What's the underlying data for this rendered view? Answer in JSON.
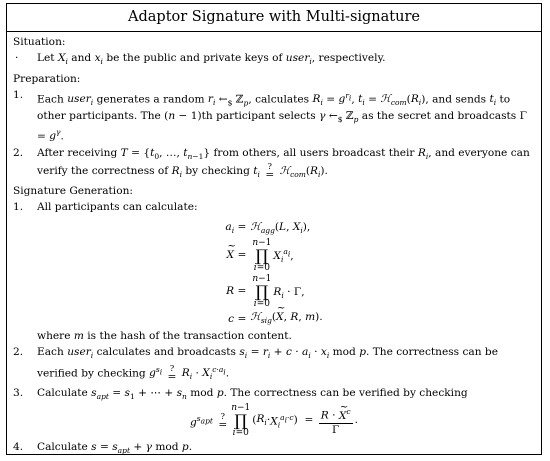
{
  "title": "Adaptor Signature with Multi-signature",
  "situation": {
    "heading": "Situation:",
    "bullet": "·",
    "text_a": "Let",
    "text_b": "and",
    "text_c": "be the public and private keys of",
    "text_d": ", respectively."
  },
  "preparation": {
    "heading": "Preparation:",
    "item1_num": "1.",
    "item1_a": "Each",
    "item1_b": "generates a random",
    "item1_c": ", calculates",
    "item1_d": ", and sends",
    "item1_e": "to other participants. The",
    "item1_f": "th participant selects",
    "item1_g": "as the secret and broadcasts",
    "item2_num": "2.",
    "item2_a": "After receiving",
    "item2_b": "from others, all users broadcast their",
    "item2_c": ", and everyone can verify the correctness of",
    "item2_d": "by checking"
  },
  "signature": {
    "heading": "Signature Generation:",
    "item1_num": "1.",
    "item1_text": "All participants can calculate:",
    "where_a": "where",
    "where_b": "is the hash of the transaction content.",
    "item2_num": "2.",
    "item2_a": "Each",
    "item2_b": "calculates and broadcasts",
    "item2_c": "mod",
    "item2_d": ". The correctness can be verified by checking",
    "item3_num": "3.",
    "item3_a": "Calculate",
    "item3_b": "mod",
    "item3_c": ". The correctness can be verified by checking",
    "item4_num": "4.",
    "item4_a": "Calculate",
    "item4_b": "mod"
  }
}
